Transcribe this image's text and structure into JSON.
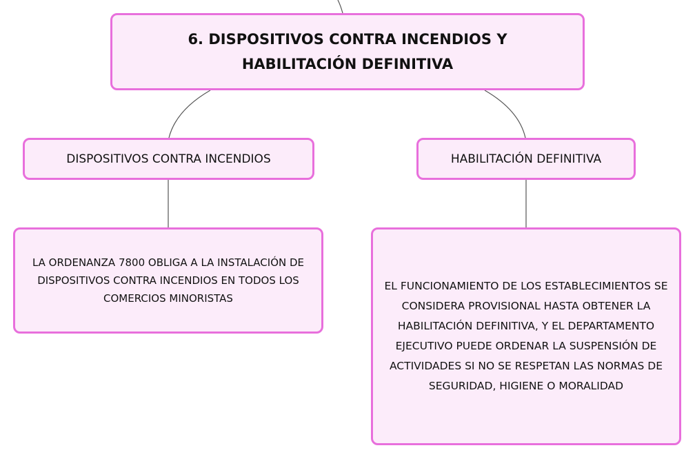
{
  "diagram": {
    "main_topic": {
      "label": "6. DISPOSITIVOS CONTRA INCENDIOS Y HABILITACIÓN DEFINITIVA"
    },
    "branches": [
      {
        "label": "DISPOSITIVOS CONTRA INCENDIOS",
        "detail": "LA ORDENANZA 7800 OBLIGA A LA INSTALACIÓN DE DISPOSITIVOS CONTRA INCENDIOS EN TODOS LOS COMERCIOS MINORISTAS"
      },
      {
        "label": "HABILITACIÓN DEFINITIVA",
        "detail": "EL FUNCIONAMIENTO DE LOS ESTABLECIMIENTOS SE CONSIDERA PROVISIONAL HASTA OBTENER LA HABILITACIÓN DEFINITIVA, Y EL DEPARTAMENTO EJECUTIVO PUEDE ORDENAR LA SUSPENSIÓN DE ACTIVIDADES SI NO SE RESPETAN LAS NORMAS DE SEGURIDAD, HIGIENE O MORALIDAD"
      }
    ],
    "colors": {
      "node_fill": "#fcecfa",
      "node_border": "#e86fdc",
      "connector": "#555555"
    }
  }
}
